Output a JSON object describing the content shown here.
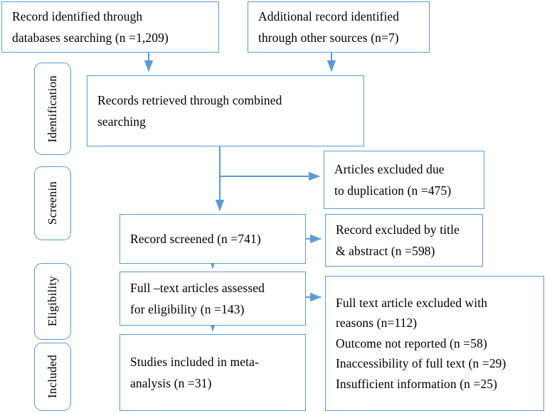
{
  "diagram": {
    "title": "PRISMA study selection flow diagram",
    "colors": {
      "box_border": "#5b9bd5",
      "arrow": "#5b9bd5",
      "text": "#000000",
      "background": "#ffffff"
    }
  },
  "stages": [
    {
      "id": "identification",
      "label": "Identification"
    },
    {
      "id": "screening",
      "label": "Screenin"
    },
    {
      "id": "eligibility",
      "label": "Eligibility"
    },
    {
      "id": "included",
      "label": "Included"
    }
  ],
  "nodes": {
    "databases": {
      "lines": [
        "Record identified through",
        "databases searching (n =1,209)"
      ],
      "count": 1209
    },
    "other_sources": {
      "lines": [
        "Additional record identified",
        "through other sources (n=7)"
      ],
      "count": 7
    },
    "combined": {
      "lines": [
        "Records retrieved through combined",
        "searching"
      ]
    },
    "duplicates_excluded": {
      "lines": [
        "Articles excluded due",
        "to duplication (n =475)"
      ],
      "count": 475
    },
    "screened": {
      "lines": [
        "Record screened (n =741)"
      ],
      "count": 741
    },
    "excluded_title_abstract": {
      "lines": [
        "Record excluded by title",
        "& abstract (n =598)"
      ],
      "count": 598
    },
    "fulltext_assessed": {
      "lines": [
        "Full –text articles assessed",
        "for eligibility (n =143)"
      ],
      "count": 143
    },
    "fulltext_excluded": {
      "lines": [
        "Full text article excluded with",
        "reasons (n=112)",
        "Outcome not reported (n =58)",
        "Inaccessibility of full text (n =29)",
        "Insufficient information (n =25)"
      ],
      "count": 112,
      "reasons": [
        {
          "label": "Outcome not reported",
          "count": 58
        },
        {
          "label": "Inaccessibility of full text",
          "count": 29
        },
        {
          "label": "Insufficient information",
          "count": 25
        }
      ]
    },
    "included": {
      "lines": [
        "Studies included in meta-",
        "analysis (n =31)"
      ],
      "count": 31
    }
  }
}
